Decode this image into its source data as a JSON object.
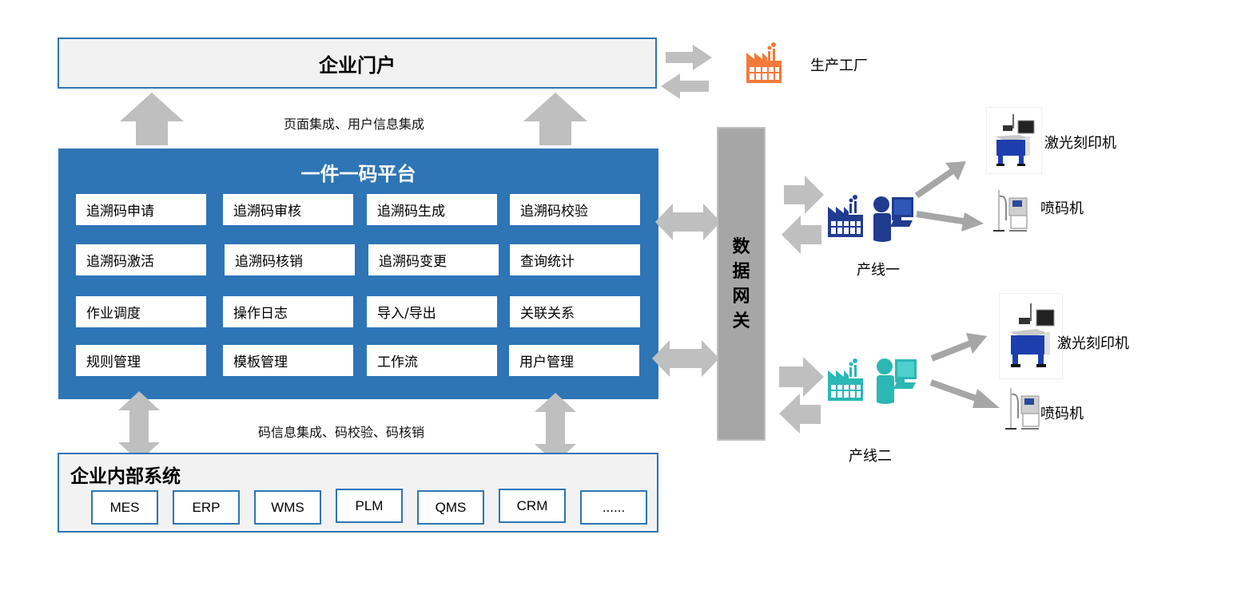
{
  "portal": {
    "title": "企业门户"
  },
  "integration_top": {
    "label": "页面集成、用户信息集成"
  },
  "platform": {
    "title": "一件一码平台",
    "modules": [
      [
        "追溯码申请",
        "追溯码审核",
        "追溯码生成",
        "追溯码校验"
      ],
      [
        "追溯码激活",
        "追溯码核销",
        "追溯码变更",
        "查询统计"
      ],
      [
        "作业调度",
        "操作日志",
        "导入/导出",
        "关联关系"
      ],
      [
        "规则管理",
        "模板管理",
        "工作流",
        "用户管理"
      ]
    ]
  },
  "integration_bottom": {
    "label": "码信息集成、码校验、码核销"
  },
  "internal_systems": {
    "title": "企业内部系统",
    "systems": [
      "MES",
      "ERP",
      "WMS",
      "PLM",
      "QMS",
      "CRM",
      "......"
    ]
  },
  "gateway": {
    "label": "数据网关"
  },
  "factory": {
    "label": "生产工厂",
    "icon": "factory-icon",
    "color": "#f47a3c"
  },
  "line1": {
    "label": "产线一",
    "color": "#203c8f",
    "devices": [
      {
        "label": "激光刻印机",
        "icon": "laser-marking-machine-icon"
      },
      {
        "label": "喷码机",
        "icon": "inkjet-printer-icon"
      }
    ]
  },
  "line2": {
    "label": "产线二",
    "color": "#2bb7b4",
    "devices": [
      {
        "label": "激光刻印机",
        "icon": "laser-marking-machine-icon"
      },
      {
        "label": "喷码机",
        "icon": "inkjet-printer-icon"
      }
    ]
  },
  "colors": {
    "platform_blue": "#2e75b6",
    "panel_gray": "#f2f2f2",
    "arrow_gray": "#bfbfbf",
    "gateway_gray": "#a6a6a6"
  }
}
